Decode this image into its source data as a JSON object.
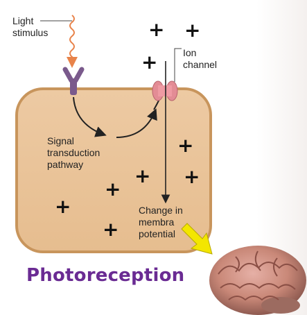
{
  "labels": {
    "light_stimulus": "Light\nstimulus",
    "ion_channel": "Ion\nchannel",
    "signal_pathway": "Signal\ntransduction\npathway",
    "membrane_change": "Change in\nmembra\npotential"
  },
  "title": "Photoreception",
  "charge_symbol": "+",
  "colors": {
    "cell_fill": "#e9c49a",
    "cell_border": "#c8955c",
    "receptor": "#7a5a8c",
    "channel": "#e38c95",
    "stimulus": "#e8834a",
    "title": "#6a2b93",
    "arrow_highlight": "#f3e600"
  }
}
